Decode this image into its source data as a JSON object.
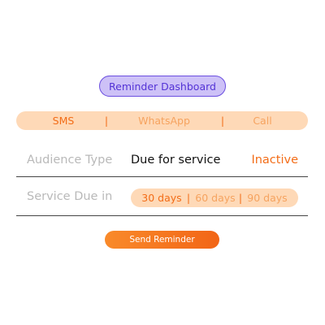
{
  "header": {
    "title": "Reminder Dashboard"
  },
  "channels": {
    "items": [
      "SMS",
      "WhatsApp",
      "Call"
    ],
    "separator": "|",
    "selected": "SMS"
  },
  "audience": {
    "label": "Audience Type",
    "value": "Due for service",
    "status": "Inactive"
  },
  "service_due": {
    "label": "Service Due in",
    "options": [
      "30 days",
      "60 days",
      "90 days"
    ],
    "separator": "|",
    "selected": "30 days"
  },
  "actions": {
    "send_label": "Send Reminder"
  },
  "colors": {
    "accent": "#f36d18",
    "accent_light": "#fed9b7",
    "title_bg": "#cdc1f7",
    "title_text": "#5433d6"
  }
}
